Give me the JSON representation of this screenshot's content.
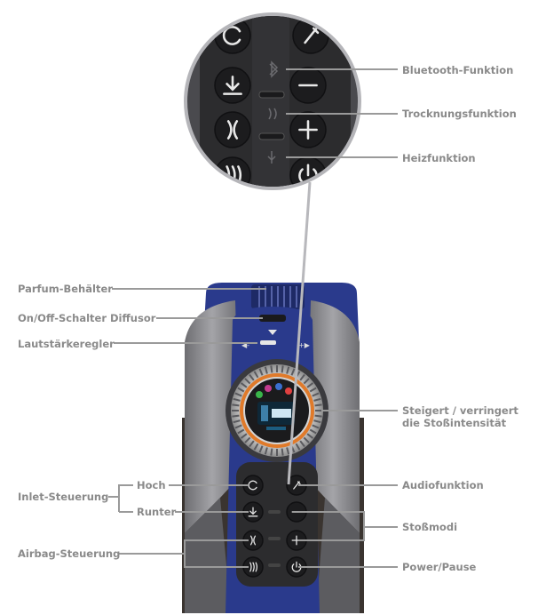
{
  "labels": {
    "bluetooth": "Bluetooth-Funktion",
    "drying": "Trocknungsfunktion",
    "heating": "Heizfunktion",
    "perfume": "Parfum-Behälter",
    "onoff": "On/Off-Schalter Diffusor",
    "volume": "Lautstärkeregler",
    "intensity_line1": "Steigert / verringert",
    "intensity_line2": "die Stoßintensität",
    "inlet": "Inlet-Steuerung",
    "up": "Hoch",
    "down": "Runter",
    "audio": "Audiofunktion",
    "modes": "Stoßmodi",
    "airbag": "Airbag-Steuerung",
    "power": "Power/Pause"
  },
  "colors": {
    "body_blue": "#2a3a8c",
    "body_grey": "#8c8c90",
    "panel_dark": "#2c2c2e",
    "ring_orange": "#e07a2a",
    "label_grey": "#8a8a8a",
    "line_grey": "#9a9a9a"
  },
  "icons": {
    "refresh": "refresh-icon",
    "download": "download-icon",
    "minus": "minus-icon",
    "plus": "plus-icon",
    "airbag": "airbag-icon",
    "power": "power-icon",
    "audio": "audio-icon",
    "bluetooth": "bluetooth-icon",
    "drying": "drying-icon",
    "heating": "heating-icon"
  }
}
